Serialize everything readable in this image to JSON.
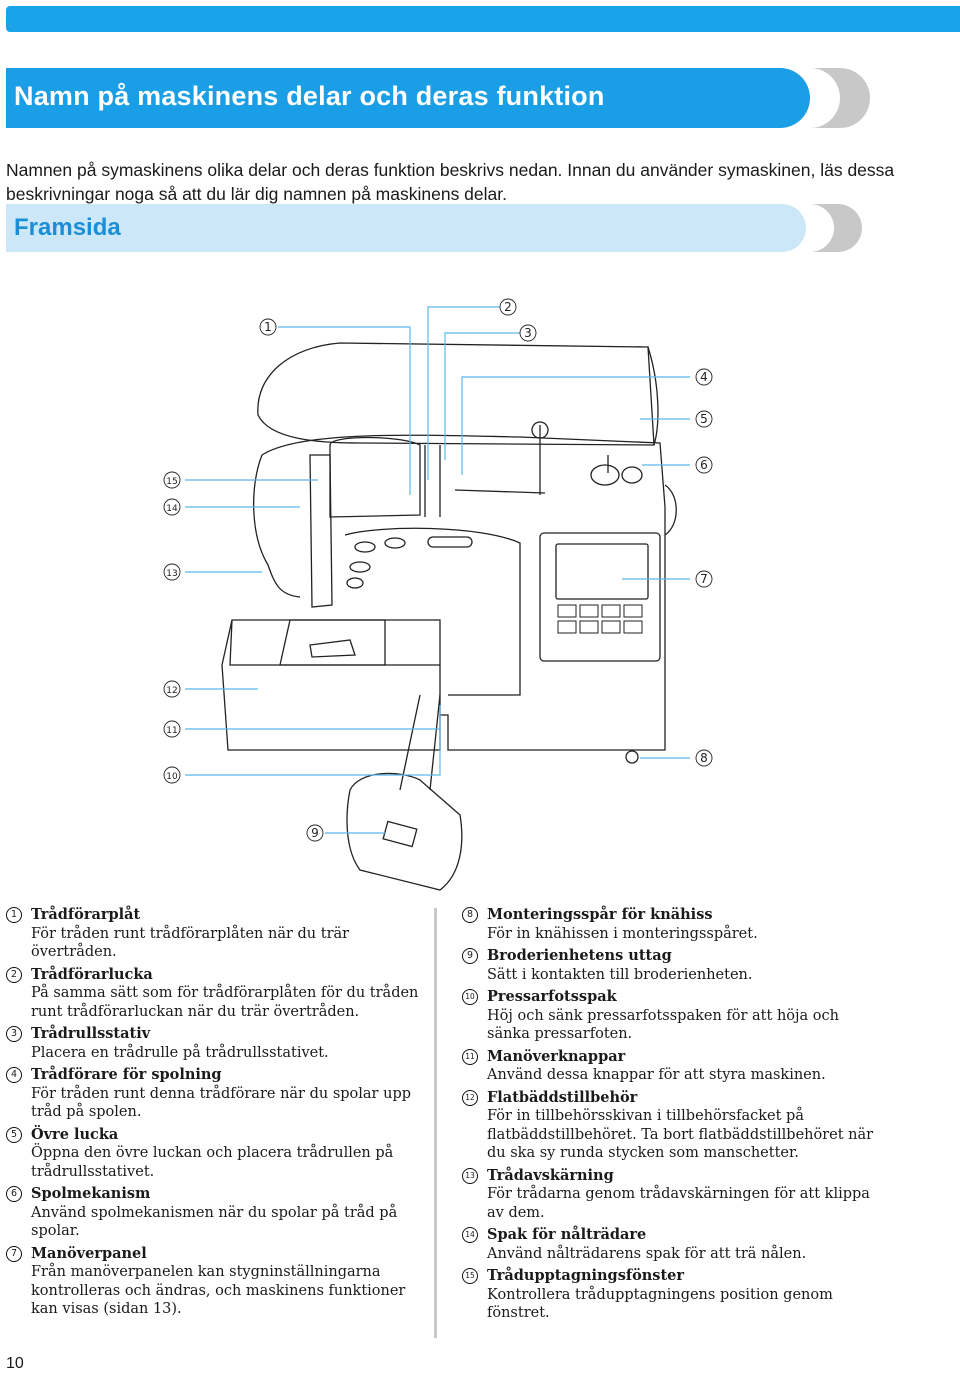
{
  "header": {
    "title": "Namn på maskinens delar och deras funktion",
    "intro": "Namnen på symaskinens olika delar och deras funktion beskrivs nedan. Innan du använder symaskinen, läs dessa beskrivningar noga så att du lär dig namnen på maskinens delar."
  },
  "section": {
    "title": "Framsida"
  },
  "callouts": [
    "1",
    "2",
    "3",
    "4",
    "5",
    "6",
    "7",
    "8",
    "9",
    "10",
    "11",
    "12",
    "13",
    "14",
    "15"
  ],
  "parts": [
    {
      "n": "1",
      "term": "Trådförarplåt",
      "text": "För tråden runt trådförarplåten när du trär övertråden."
    },
    {
      "n": "2",
      "term": "Trådförarlucka",
      "text": "På samma sätt som för trådförarplåten för du tråden runt trådförarluckan när du trär övertråden."
    },
    {
      "n": "3",
      "term": "Trådrullsstativ",
      "text": "Placera en trådrulle på trådrullsstativet."
    },
    {
      "n": "4",
      "term": "Trådförare för spolning",
      "text": "För tråden runt denna trådförare när du spolar upp tråd på spolen."
    },
    {
      "n": "5",
      "term": "Övre lucka",
      "text": "Öppna den övre luckan och placera trådrullen på trådrullsstativet."
    },
    {
      "n": "6",
      "term": "Spolmekanism",
      "text": "Använd spolmekanismen när du spolar på tråd på spolar."
    },
    {
      "n": "7",
      "term": "Manöverpanel",
      "text": "Från manöverpanelen kan stygninställningarna kontrolleras och ändras, och maskinens funktioner kan visas (sidan 13)."
    },
    {
      "n": "8",
      "term": "Monteringsspår för knähiss",
      "text": "För in knähissen i monteringsspåret."
    },
    {
      "n": "9",
      "term": "Broderienhetens uttag",
      "text": "Sätt i kontakten till broderienheten."
    },
    {
      "n": "10",
      "term": "Pressarfotsspak",
      "text": "Höj och sänk pressarfotsspaken för att höja och sänka pressarfoten."
    },
    {
      "n": "11",
      "term": "Manöverknappar",
      "text": "Använd dessa knappar för att styra maskinen."
    },
    {
      "n": "12",
      "term": "Flatbäddstillbehör",
      "text": "För in tillbehörsskivan i tillbehörsfacket på flatbäddstillbehöret. Ta bort flatbäddstillbehöret när du ska sy runda stycken som manschetter."
    },
    {
      "n": "13",
      "term": "Trådavskärning",
      "text": "För trådarna genom trådavskärningen för att klippa av dem."
    },
    {
      "n": "14",
      "term": "Spak för nålträdare",
      "text": "Använd nålträdarens spak för att trä nålen."
    },
    {
      "n": "15",
      "term": "Trådupptagningsfönster",
      "text": "Kontrollera trådupptagningens position genom fönstret."
    }
  ],
  "footer": {
    "page": "10"
  },
  "colors": {
    "accent": "#1a9ee6",
    "section": "#cce8f8",
    "callout_line": "#5ab8e8"
  }
}
